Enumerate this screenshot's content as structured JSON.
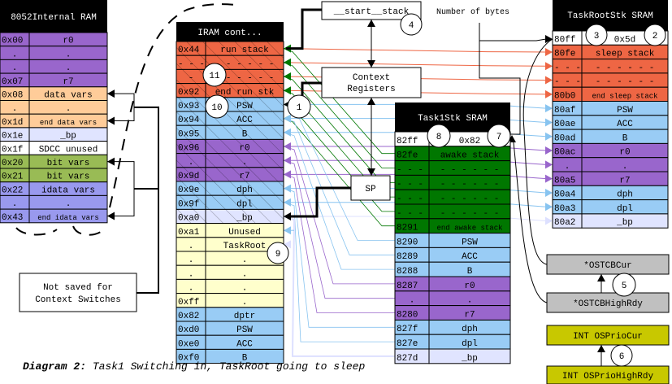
{
  "colors": {
    "register": "#9966cc",
    "data": "#ffcc99",
    "bp": "#e0e4ff",
    "unused": "#ffffff",
    "bit": "#99bb55",
    "idata": "#9999ee",
    "stack_red": "#ee6644",
    "sfr_blue": "#99ccf5",
    "awake_green": "#007700",
    "taskroot_yellow": "#ffffcc",
    "header_black": "#000000",
    "gray_box": "#c0c0c0",
    "olive_box": "#c8c800"
  },
  "internal_ram": {
    "title": "8052Internal RAM",
    "rows": [
      {
        "addr": "0x00",
        "label": "r0",
        "kind": "register"
      },
      {
        "addr": ".",
        "label": ".",
        "kind": "register"
      },
      {
        "addr": ".",
        "label": ".",
        "kind": "register"
      },
      {
        "addr": "0x07",
        "label": "r7",
        "kind": "register"
      },
      {
        "addr": "0x08",
        "label": "data vars",
        "kind": "data"
      },
      {
        "addr": ".",
        "label": ".",
        "kind": "data"
      },
      {
        "addr": "0x1d",
        "label": "end data vars",
        "kind": "data",
        "small": true
      },
      {
        "addr": "0x1e",
        "label": "_bp",
        "kind": "bp"
      },
      {
        "addr": "0x1f",
        "label": "SDCC unused",
        "kind": "unused"
      },
      {
        "addr": "0x20",
        "label": "bit vars",
        "kind": "bit"
      },
      {
        "addr": "0x21",
        "label": "bit vars",
        "kind": "bit"
      },
      {
        "addr": "0x22",
        "label": "idata vars",
        "kind": "idata"
      },
      {
        "addr": ".",
        "label": ".",
        "kind": "idata"
      },
      {
        "addr": "0x43",
        "label": "end idata vars",
        "kind": "idata",
        "small": true
      }
    ]
  },
  "iram_cont": {
    "title": "IRAM cont...",
    "rows": [
      {
        "addr": "0x44",
        "label": "run stack",
        "kind": "stack_red",
        "hatch": true
      },
      {
        "addr": "- - -",
        "label": "- - - - - -",
        "kind": "stack_red",
        "hatch": true
      },
      {
        "addr": "-",
        "label": "- - - - - -",
        "kind": "stack_red",
        "hatch": true
      },
      {
        "addr": "0x92",
        "label": "end run stk",
        "kind": "stack_red",
        "hatch": true
      },
      {
        "addr": "0x93",
        "label": "PSW",
        "kind": "sfr_blue",
        "hatch": true
      },
      {
        "addr": "0x94",
        "label": "ACC",
        "kind": "sfr_blue",
        "hatch": true
      },
      {
        "addr": "0x95",
        "label": "B",
        "kind": "sfr_blue",
        "hatch": true
      },
      {
        "addr": "0x96",
        "label": "r0",
        "kind": "register",
        "hatch": true
      },
      {
        "addr": ".",
        "label": ".",
        "kind": "register",
        "hatch": true
      },
      {
        "addr": "0x9d",
        "label": "r7",
        "kind": "register",
        "hatch": true
      },
      {
        "addr": "0x9e",
        "label": "dph",
        "kind": "sfr_blue",
        "hatch": true
      },
      {
        "addr": "0x9f",
        "label": "dpl",
        "kind": "sfr_blue",
        "hatch": true
      },
      {
        "addr": "0xa0",
        "label": "_bp",
        "kind": "bp",
        "hatch": true
      },
      {
        "addr": "0xa1",
        "label": "Unused",
        "kind": "taskroot_yellow"
      },
      {
        "addr": ".",
        "label": "TaskRoot",
        "kind": "taskroot_yellow"
      },
      {
        "addr": ".",
        "label": ".",
        "kind": "taskroot_yellow"
      },
      {
        "addr": ".",
        "label": ".",
        "kind": "taskroot_yellow"
      },
      {
        "addr": ".",
        "label": ".",
        "kind": "taskroot_yellow"
      },
      {
        "addr": "0xff",
        "label": ".",
        "kind": "taskroot_yellow"
      },
      {
        "addr": "0x82",
        "label": "dptr",
        "kind": "sfr_blue"
      },
      {
        "addr": "0xd0",
        "label": "PSW",
        "kind": "sfr_blue"
      },
      {
        "addr": "0xe0",
        "label": "ACC",
        "kind": "sfr_blue"
      },
      {
        "addr": "0xf0",
        "label": "B",
        "kind": "sfr_blue"
      }
    ]
  },
  "task1stk": {
    "title": "Task1Stk SRAM",
    "top_addr": "82ff",
    "top_value": "0x82",
    "rows": [
      {
        "addr": "82fe",
        "label": "awake stack",
        "kind": "awake_green"
      },
      {
        "addr": "- - -",
        "label": "- - - - - -",
        "kind": "awake_green"
      },
      {
        "addr": "- - -",
        "label": "- - - - - -",
        "kind": "awake_green"
      },
      {
        "addr": "- - -",
        "label": "- - - - - -",
        "kind": "awake_green"
      },
      {
        "addr": "- - -",
        "label": "- - - - - -",
        "kind": "awake_green"
      },
      {
        "addr": "8291",
        "label": "end awake stack",
        "kind": "awake_green",
        "small": true
      },
      {
        "addr": "8290",
        "label": "PSW",
        "kind": "sfr_blue"
      },
      {
        "addr": "8289",
        "label": "ACC",
        "kind": "sfr_blue"
      },
      {
        "addr": "8288",
        "label": "B",
        "kind": "sfr_blue"
      },
      {
        "addr": "8287",
        "label": "r0",
        "kind": "register"
      },
      {
        "addr": ".",
        "label": ".",
        "kind": "register"
      },
      {
        "addr": "8280",
        "label": "r7",
        "kind": "register"
      },
      {
        "addr": "827f",
        "label": "dph",
        "kind": "sfr_blue"
      },
      {
        "addr": "827e",
        "label": "dpl",
        "kind": "sfr_blue"
      },
      {
        "addr": "827d",
        "label": "_bp",
        "kind": "bp"
      }
    ]
  },
  "taskrootstk": {
    "title": "TaskRootStk SRAM",
    "top_addr": "80ff",
    "top_value": "0x5d",
    "rows": [
      {
        "addr": "80fe",
        "label": "sleep stack",
        "kind": "stack_red"
      },
      {
        "addr": "- - -",
        "label": "- - - - - -",
        "kind": "stack_red"
      },
      {
        "addr": "- - -",
        "label": "- - - - - -",
        "kind": "stack_red"
      },
      {
        "addr": "80b0",
        "label": "end sleep stack",
        "kind": "stack_red",
        "small": true
      },
      {
        "addr": "80af",
        "label": "PSW",
        "kind": "sfr_blue"
      },
      {
        "addr": "80ae",
        "label": "ACC",
        "kind": "sfr_blue"
      },
      {
        "addr": "80ad",
        "label": "B",
        "kind": "sfr_blue"
      },
      {
        "addr": "80ac",
        "label": "r0",
        "kind": "register"
      },
      {
        "addr": ".",
        "label": ".",
        "kind": "register"
      },
      {
        "addr": "80a5",
        "label": "r7",
        "kind": "register"
      },
      {
        "addr": "80a4",
        "label": "dph",
        "kind": "sfr_blue"
      },
      {
        "addr": "80a3",
        "label": "dpl",
        "kind": "sfr_blue"
      },
      {
        "addr": "80a2",
        "label": "_bp",
        "kind": "bp"
      }
    ]
  },
  "boxes": {
    "start_stack": "__start__stack",
    "context_registers_line1": "Context",
    "context_registers_line2": "Registers",
    "sp": "SP",
    "not_saved_line1": "Not saved for",
    "not_saved_line2": "Context Switches",
    "ostcbcur": "*OSTCBCur",
    "ostcbhighrdy": "*OSTCBHighRdy",
    "ospriocur": "INT OSPrioCur",
    "ospriohighrdy": "INT OSPrioHighRdy",
    "number_of_bytes": "Number of bytes"
  },
  "step_markers": [
    "1",
    "2",
    "3",
    "4",
    "5",
    "6",
    "7",
    "8",
    "9",
    "10",
    "11"
  ],
  "caption": {
    "bold": "Diagram 2:",
    "text": " Task1 Switching in, TaskRoot going to sleep"
  }
}
